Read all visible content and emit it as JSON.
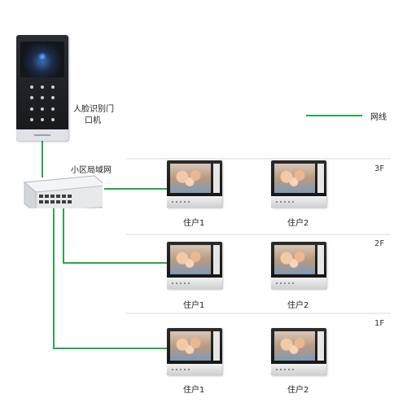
{
  "door_station": {
    "label_line1": "人脸识别门",
    "label_line2": "口机"
  },
  "network": {
    "label": "小区局域网"
  },
  "legend": {
    "label": "网线",
    "color": "#2aa84a"
  },
  "floors": [
    {
      "label": "3F",
      "residents": [
        "住户1",
        "住户2"
      ]
    },
    {
      "label": "2F",
      "residents": [
        "住户1",
        "住户2"
      ]
    },
    {
      "label": "1F",
      "residents": [
        "住户1",
        "住户2"
      ]
    }
  ]
}
